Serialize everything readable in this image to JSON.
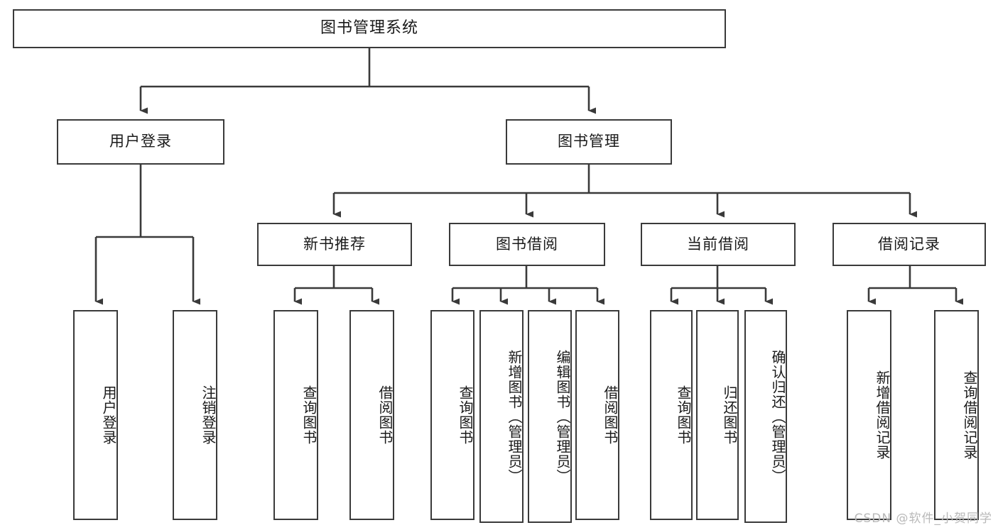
{
  "diagram": {
    "title": "图书管理系统",
    "type": "tree-hierarchy",
    "orientation": "top-down",
    "watermark": "CSDN @软件_小贺同学",
    "stroke_color": "#3a3a3a",
    "fill_color": "#ffffff",
    "text_color": "#1a1a1a"
  },
  "levels": {
    "root": {
      "label": "图书管理系统"
    },
    "level2": [
      {
        "label": "用户登录"
      },
      {
        "label": "图书管理"
      }
    ],
    "level3": [
      {
        "label": "新书推荐"
      },
      {
        "label": "图书借阅"
      },
      {
        "label": "当前借阅"
      },
      {
        "label": "借阅记录"
      }
    ],
    "leaves": {
      "user_login": [
        {
          "label": "用户登录"
        },
        {
          "label": "注销登录"
        }
      ],
      "new_book_rec": [
        {
          "label": "查询图书"
        },
        {
          "label": "借阅图书"
        }
      ],
      "book_borrow": [
        {
          "label": "查询图书"
        },
        {
          "label": "新增图书（管理员）"
        },
        {
          "label": "编辑图书（管理员）"
        },
        {
          "label": "借阅图书"
        }
      ],
      "current_borrow": [
        {
          "label": "查询图书"
        },
        {
          "label": "归还图书"
        },
        {
          "label": "确认归还（管理员）"
        }
      ],
      "borrow_record": [
        {
          "label": "新增借阅记录"
        },
        {
          "label": "查询借阅记录"
        }
      ]
    }
  }
}
